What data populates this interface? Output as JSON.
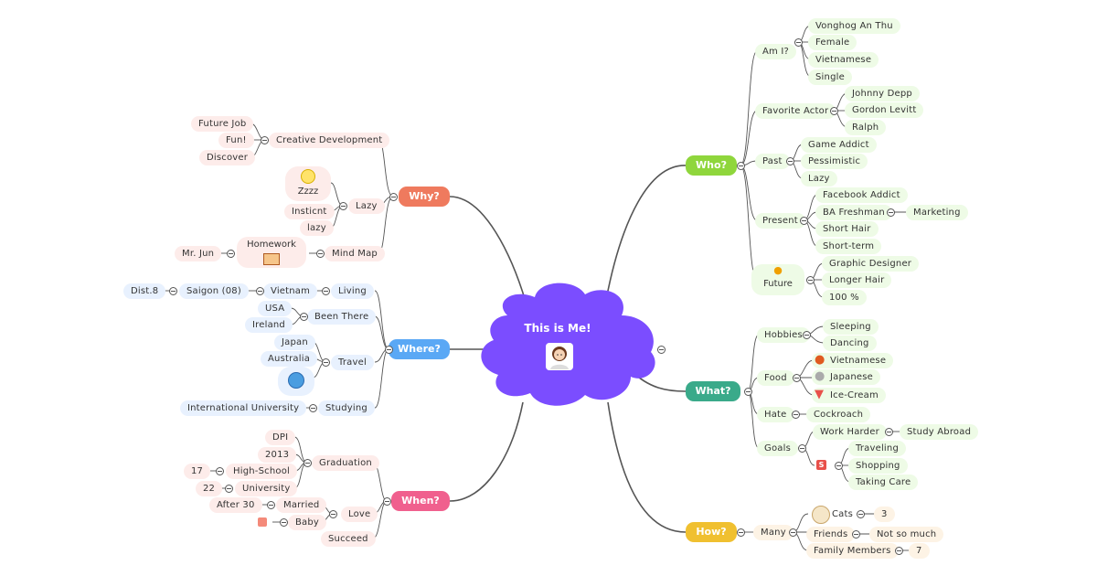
{
  "center": {
    "title": "This is Me!"
  },
  "icons": {
    "avatar": "woman-avatar-icon",
    "smiley": "emoji-smiley-icon",
    "book": "open-book-icon",
    "globe": "globe-icon",
    "bulb": "lightbulb-icon",
    "crab": "crab-icon",
    "food": "dish-icon",
    "icecream": "ice-cream-icon",
    "flag": "red-flag-icon",
    "cat": "cat-face-icon",
    "baby": "baby-icon"
  },
  "colors": {
    "center": "#7b4dff",
    "who": "#8fd63c",
    "what": "#3aaa8a",
    "how": "#f0c030",
    "why": "#ef7a5e",
    "where": "#5aa8f5",
    "when": "#f0608e"
  },
  "who": {
    "label": "Who?",
    "am_i": {
      "label": "Am I?",
      "items": [
        "Vonghog An Thu",
        "Female",
        "Vietnamese",
        "Single"
      ]
    },
    "favorite_actor": {
      "label": "Favorite Actor",
      "items": [
        "Johnny Depp",
        "Gordon Levitt",
        "Ralph"
      ]
    },
    "past": {
      "label": "Past",
      "items": [
        "Game Addict",
        "Pessimistic",
        "Lazy"
      ]
    },
    "present": {
      "label": "Present",
      "items": [
        "Facebook Addict",
        "BA Freshman",
        "Short Hair",
        "Short-term"
      ],
      "ba_child": "Marketing"
    },
    "future": {
      "label": "Future",
      "items": [
        "Graphic Designer",
        "Longer Hair",
        "100 %"
      ]
    }
  },
  "what": {
    "label": "What?",
    "hobbies": {
      "label": "Hobbies",
      "items": [
        "Sleeping",
        "Dancing"
      ]
    },
    "food": {
      "label": "Food",
      "items": [
        "Vietnamese",
        "Japanese",
        "Ice-Cream"
      ]
    },
    "hate": {
      "label": "Hate",
      "items": [
        "Cockroach"
      ]
    },
    "goals": {
      "label": "Goals",
      "work_harder": "Work Harder",
      "study_abroad": "Study Abroad",
      "items": [
        "Traveling",
        "Shopping",
        "Taking Care"
      ]
    }
  },
  "how": {
    "label": "How?",
    "many": {
      "label": "Many",
      "cats": "Cats",
      "cats_n": "3",
      "friends": "Friends",
      "friends_v": "Not so much",
      "family": "Family Members",
      "family_n": "7"
    }
  },
  "why": {
    "label": "Why?",
    "creative": {
      "label": "Creative Development",
      "items": [
        "Future Job",
        "Fun!",
        "Discover"
      ]
    },
    "lazy": {
      "label": "Lazy",
      "items": [
        "Zzzz",
        "Insticnt",
        "lazy"
      ]
    },
    "mindmap": {
      "label": "Mind Map",
      "homework": "Homework",
      "teacher": "Mr. Jun"
    }
  },
  "where": {
    "label": "Where?",
    "living": {
      "label": "Living",
      "vietnam": "Vietnam",
      "saigon": "Saigon (08)",
      "dist": "Dist.8"
    },
    "been": {
      "label": "Been There",
      "items": [
        "USA",
        "Ireland"
      ]
    },
    "travel": {
      "label": "Travel",
      "items": [
        "Japan",
        "Australia"
      ]
    },
    "studying": {
      "label": "Studying",
      "school": "International University"
    }
  },
  "when": {
    "label": "When?",
    "graduation": {
      "label": "Graduation",
      "dpi": "DPI",
      "y2013": "2013",
      "highschool": "High-School",
      "hs_age": "17",
      "university": "University",
      "uni_age": "22"
    },
    "love": {
      "label": "Love",
      "married": "Married",
      "after30": "After 30",
      "baby": "Baby"
    },
    "succeed": {
      "label": "Succeed"
    }
  }
}
